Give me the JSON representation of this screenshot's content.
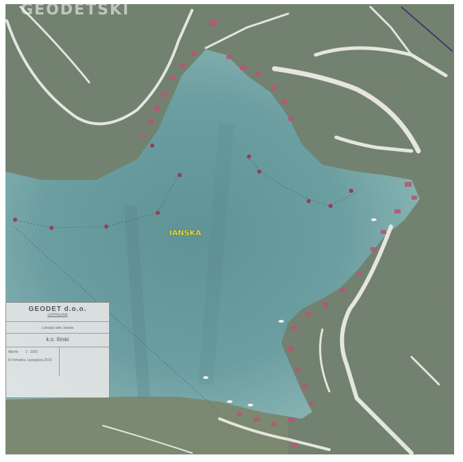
{
  "map": {
    "bay_label": "IANSKA",
    "watermark_text": "GEODETSKI"
  },
  "legend": {
    "company": "GEODET d.o.o.",
    "company_sub": "LEPOGLAVA",
    "description": "Lokacija luke Janska",
    "cadastral": "k.o. Ilirski",
    "scale_label": "Mjerilo",
    "scale_value": "1 : 1000",
    "footer_left": "R.Pohodna, Lepoglava 2015"
  },
  "colors": {
    "water": "#6f9ea0",
    "forest": "#6e7f6a",
    "road": "#e6e7e1",
    "settlement": "#b75f78",
    "label_yellow": "#f6ee58"
  }
}
